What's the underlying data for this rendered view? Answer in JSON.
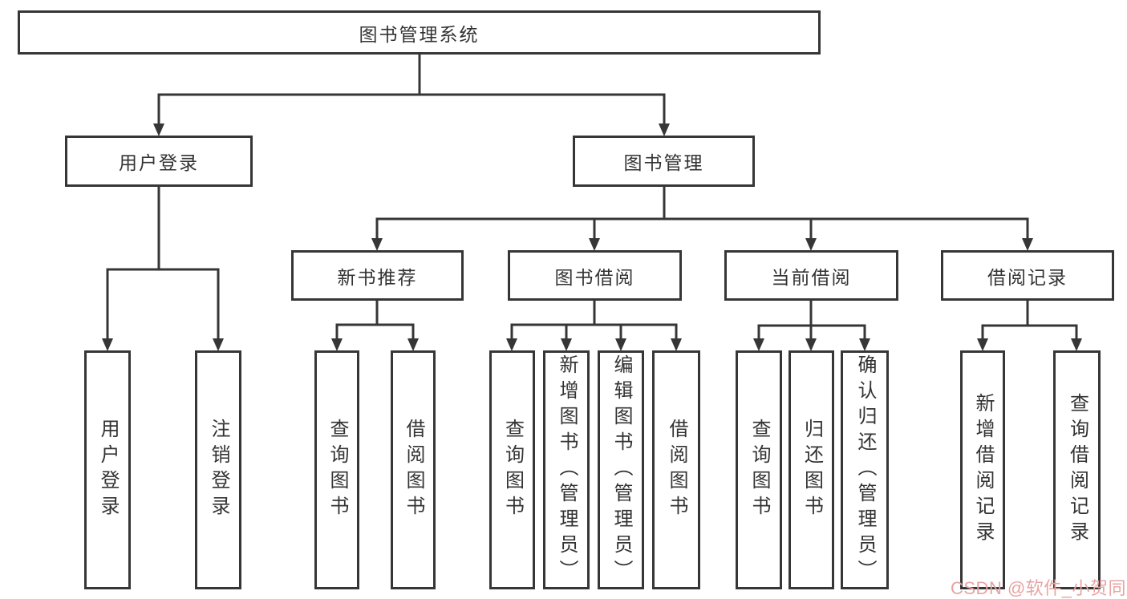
{
  "colors": {
    "line": "#363636",
    "text": "#333333",
    "watermark": "#e8a3a3",
    "box_bg": "#ffffff"
  },
  "watermark": {
    "text": "CSDN @软件_小贺同学"
  },
  "tree": {
    "label": "图书管理系统",
    "children": [
      {
        "label": "用户登录",
        "children": [
          {
            "label": "用户登录"
          },
          {
            "label": "注销登录"
          }
        ]
      },
      {
        "label": "图书管理",
        "children": [
          {
            "label": "新书推荐",
            "children": [
              {
                "label": "查询图书"
              },
              {
                "label": "借阅图书"
              }
            ]
          },
          {
            "label": "图书借阅",
            "children": [
              {
                "label": "查询图书"
              },
              {
                "label": "新增图书（管理员）"
              },
              {
                "label": "编辑图书（管理员）"
              },
              {
                "label": "借阅图书"
              }
            ]
          },
          {
            "label": "当前借阅",
            "children": [
              {
                "label": "查询图书"
              },
              {
                "label": "归还图书"
              },
              {
                "label": "确认归还（管理员）"
              }
            ]
          },
          {
            "label": "借阅记录",
            "children": [
              {
                "label": "新增借阅记录"
              },
              {
                "label": "查询借阅记录"
              }
            ]
          }
        ]
      }
    ]
  }
}
